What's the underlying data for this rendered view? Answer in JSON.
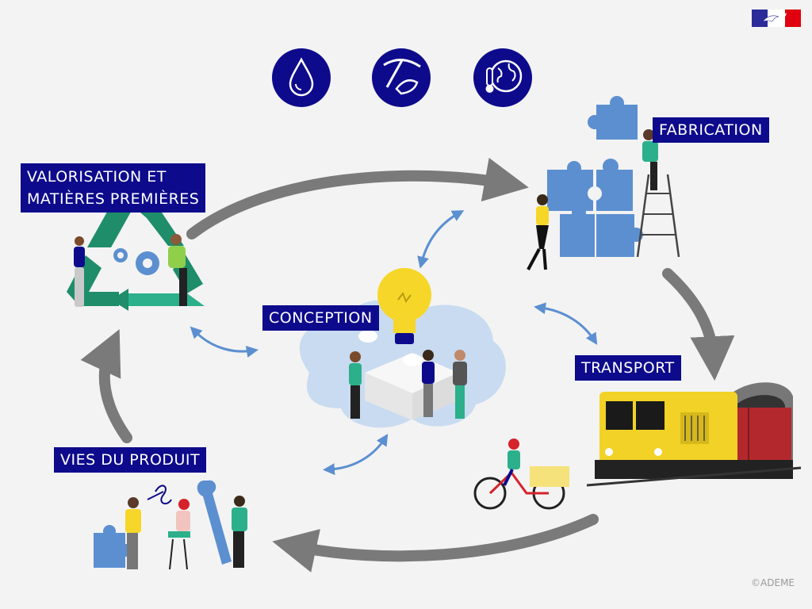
{
  "labels": {
    "fabrication": "FABRICATION",
    "valorisation_line1": "VALORISATION ET",
    "valorisation_line2": "MATIÈRES PREMIÈRES",
    "conception": "CONCEPTION",
    "transport": "TRANSPORT",
    "vies": "VIES DU PRODUIT"
  },
  "credit": "©ADEME",
  "icons": [
    "water-drop-icon",
    "pickaxe-icon",
    "globe-thermometer-icon"
  ],
  "colors": {
    "navy": "#0d0a8c",
    "arrow_gray": "#7a7a7a",
    "puzzle_blue": "#5b8fd0",
    "recycle_green": "#1f8d6a",
    "bulb_yellow": "#f6d629",
    "train_yellow": "#f2d227",
    "train_red": "#b3282d"
  }
}
